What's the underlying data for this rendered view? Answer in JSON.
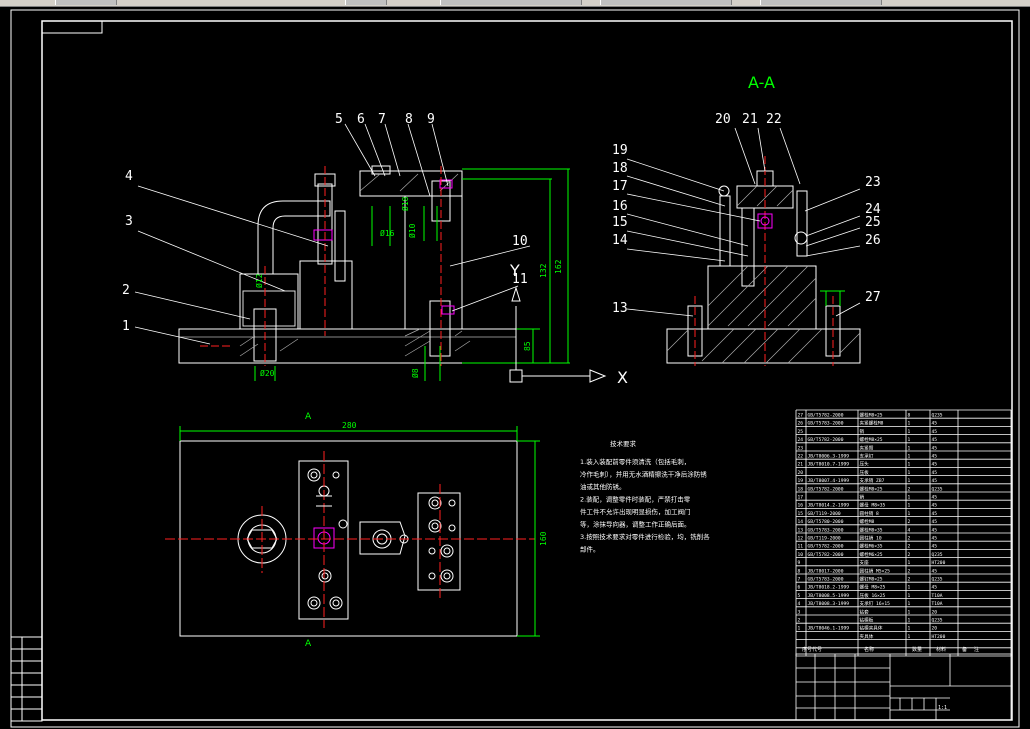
{
  "app": {
    "toolbar": [
      "",
      "",
      "",
      ""
    ]
  },
  "view": {
    "section_title": "A-A",
    "front_callouts": [
      "1",
      "2",
      "3",
      "4",
      "5",
      "6",
      "7",
      "8",
      "9",
      "10",
      "11"
    ],
    "side_callouts": [
      "13",
      "14",
      "15",
      "16",
      "17",
      "18",
      "19",
      "20",
      "21",
      "22",
      "23",
      "24",
      "25",
      "26",
      "27"
    ],
    "dims": {
      "height_total": "162",
      "height_mid": "132",
      "height_base": "85",
      "plan_width": "280",
      "plan_height": "160",
      "small_1": "Ø12",
      "small_2": "Ø16",
      "small_3": "Ø18",
      "small_4": "Ø8",
      "small_5": "Ø20",
      "small_6": "Ø10"
    },
    "axis_labels": {
      "x": "X",
      "y": "Y"
    },
    "section_marks": {
      "top": "A",
      "bottom": "A"
    }
  },
  "notes": {
    "title": "技术要求",
    "lines": [
      "1.装入装配前零件须清洗（包括毛刺，",
      "冷作毛刺），并用无水酒精擦洗干净后涂防锈",
      "油或其他防锈。",
      "2.装配，调整零件时装配，严禁打击零",
      "件工件不允许出现明显损伤，加工阀门",
      "等，涂抹导向器，调整工作正确后面。",
      "3.按照技术要求对零件进行检验，均，铣削各",
      "部件。"
    ]
  },
  "bom": {
    "rows": [
      [
        "27",
        "GB/T5782-2000",
        "螺栓M8×25",
        "8",
        "Q235"
      ],
      [
        "26",
        "GB/T5783-2000",
        "夹紧螺栓M8",
        "1",
        "45"
      ],
      [
        "25",
        "",
        "销",
        "1",
        "45"
      ],
      [
        "24",
        "GB/T5782-2000",
        "螺栓M8×25",
        "1",
        "45"
      ],
      [
        "23",
        "",
        "夹紧臂",
        "1",
        "45"
      ],
      [
        "22",
        "JB/T8006.3-1999",
        "支承钉",
        "1",
        "45"
      ],
      [
        "21",
        "JB/T8010.7-1999",
        "压头",
        "1",
        "45"
      ],
      [
        "20",
        "",
        "压板",
        "1",
        "45"
      ],
      [
        "19",
        "JB/T8007.4-1999",
        "支承销 ZB7",
        "1",
        "45"
      ],
      [
        "18",
        "GB/T5782-2000",
        "螺栓M8×25",
        "2",
        "Q235"
      ],
      [
        "17",
        "",
        "销",
        "1",
        "45"
      ],
      [
        "16",
        "JB/T8014.2-1999",
        "螺母 M8×35",
        "1",
        "45"
      ],
      [
        "15",
        "GB/T119-2000",
        "圆柱销 8",
        "1",
        "45"
      ],
      [
        "14",
        "GB/T5780-2000",
        "螺栓M8",
        "2",
        "45"
      ],
      [
        "13",
        "GB/T5783-2000",
        "螺栓M8×35",
        "4",
        "45"
      ],
      [
        "12",
        "GB/T119-2000",
        "圆柱销 10",
        "2",
        "45"
      ],
      [
        "11",
        "GB/T5782-2000",
        "螺栓M6×35",
        "2",
        "45"
      ],
      [
        "10",
        "GB/T5782-2000",
        "螺栓M6×25",
        "2",
        "Q235"
      ],
      [
        "9",
        "",
        "支座",
        "1",
        "HT200"
      ],
      [
        "8",
        "JB/T8017-2000",
        "圆柱销 M5×25",
        "2",
        "45"
      ],
      [
        "7",
        "GB/T5783-2000",
        "螺钉M8×25",
        "2",
        "Q235"
      ],
      [
        "6",
        "JB/T8018.2-1999",
        "螺母 M8×25",
        "1",
        "45"
      ],
      [
        "5",
        "JB/T8008.5-1999",
        "压板 16×25",
        "1",
        "T10A"
      ],
      [
        "4",
        "JB/T8008.3-1999",
        "支承钉 16×15",
        "1",
        "T10A"
      ],
      [
        "3",
        "",
        "钻套",
        "1",
        "20"
      ],
      [
        "2",
        "",
        "钻模板",
        "1",
        "Q235"
      ],
      [
        "1",
        "JB/T8046.1-1999",
        "钻模夹具体",
        "1",
        "20"
      ],
      [
        "",
        "",
        "夹具体",
        "1",
        "HT200"
      ]
    ],
    "header": [
      "序号",
      "代号",
      "名称",
      "数量",
      "材料"
    ],
    "header_right": [
      "备",
      "注"
    ]
  },
  "title_block": {
    "scale": "1:1"
  }
}
